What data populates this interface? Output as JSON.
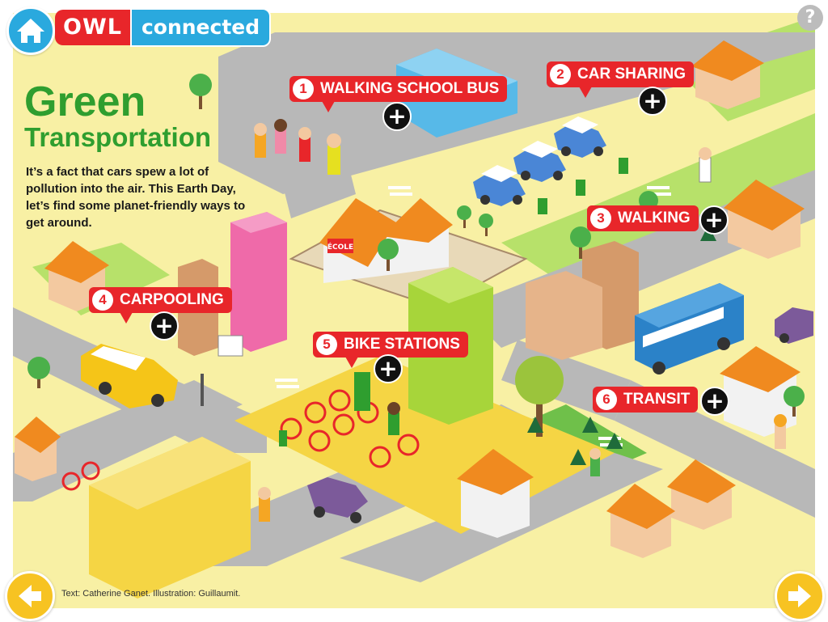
{
  "brand": {
    "owl": "OWL",
    "connected": "connected"
  },
  "help": {
    "label": "?"
  },
  "title": {
    "main": "Green",
    "sub": "Transportation"
  },
  "intro": "It’s a fact that cars spew a lot of pollution into the air. This Earth Day, let’s find some planet-friendly ways to get around.",
  "school_sign": "ÉCOLE",
  "callouts": [
    {
      "number": "1",
      "label": "WALKING SCHOOL BUS"
    },
    {
      "number": "2",
      "label": "CAR SHARING"
    },
    {
      "number": "3",
      "label": "WALKING"
    },
    {
      "number": "4",
      "label": "CARPOOLING"
    },
    {
      "number": "5",
      "label": "BIKE STATIONS"
    },
    {
      "number": "6",
      "label": "TRANSIT"
    }
  ],
  "plus_label": "+",
  "credit": "Text: Catherine Ganet. Illustration: Guillaumit.",
  "icons": {
    "home": "home-icon",
    "help": "question-mark-icon",
    "prev": "arrow-left-icon",
    "next": "arrow-right-icon",
    "expand": "plus-icon"
  },
  "colors": {
    "accent_red": "#e8262a",
    "brand_blue": "#2aa9de",
    "title_green": "#2f9e2f",
    "nav_yellow": "#f7c322",
    "map_yellow": "#f8f0a4"
  }
}
